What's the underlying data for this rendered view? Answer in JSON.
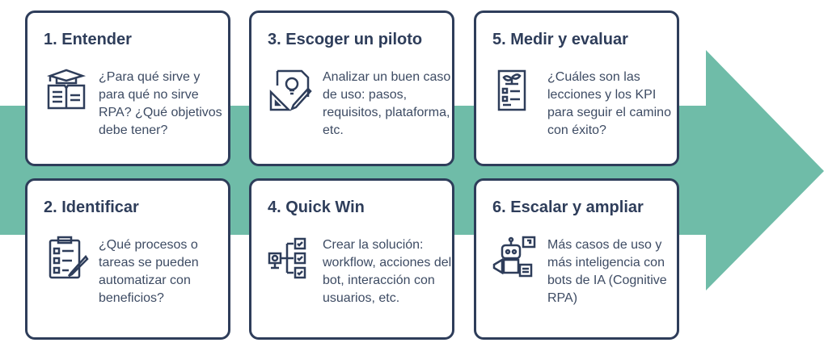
{
  "colors": {
    "arrow": "#6fbca8",
    "border": "#2e3d5a",
    "text": "#3d4b63"
  },
  "steps": [
    {
      "title": "1. Entender",
      "text": "¿Para qué sirve y para qué no sirve RPA? ¿Qué objetivos debe tener?",
      "icon": "graduation-book-icon"
    },
    {
      "title": "2. Identificar",
      "text": "¿Qué procesos o tareas se pueden automatizar con beneficios?",
      "icon": "clipboard-checklist-icon"
    },
    {
      "title": "3. Escoger un piloto",
      "text": "Analizar un buen caso de uso: pasos, requisitos, plataforma, etc.",
      "icon": "idea-design-icon"
    },
    {
      "title": "4. Quick Win",
      "text": "Crear la solución: workflow, acciones del bot, interacción con usuarios, etc.",
      "icon": "workflow-checklist-icon"
    },
    {
      "title": "5. Medir y evaluar",
      "text": "¿Cuáles son las lecciones y los KPI para seguir el camino con éxito?",
      "icon": "report-plant-icon"
    },
    {
      "title": "6. Escalar y ampliar",
      "text": "Más casos de uso y más inteligencia con bots de IA (Cognitive RPA)",
      "icon": "robot-megaphone-icon"
    }
  ]
}
